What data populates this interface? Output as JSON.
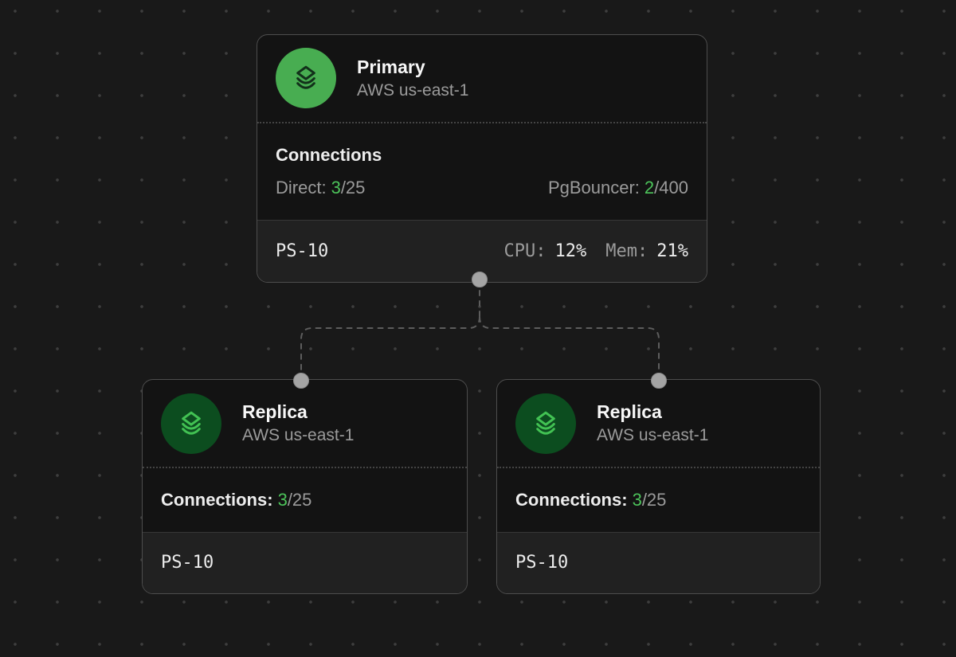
{
  "canvas": {
    "type": "database-cluster-topology",
    "colors": {
      "background": "#191919",
      "grid_dot": "#3e3e3e",
      "card_bg": "#131313",
      "card_footer_bg": "#212121",
      "card_border": "#4d4d4d",
      "accent_green": "#4cc35a",
      "primary_icon_bg": "#48ad51",
      "primary_icon_glyph": "#12301a",
      "replica_icon_bg": "#0c4d1f",
      "replica_icon_glyph": "#42c253",
      "text_primary": "#f7f7f7",
      "text_secondary": "#9b9b9b",
      "connector": "#5d5d5d",
      "handle": "#a4a4a4"
    }
  },
  "nodes": {
    "primary": {
      "title": "Primary",
      "subtitle": "AWS us-east-1",
      "icon": "layers-icon",
      "connections": {
        "heading": "Connections",
        "direct_label": "Direct:",
        "direct_current": "3",
        "direct_max": "/25",
        "pgbouncer_label": "PgBouncer:",
        "pgbouncer_current": "2",
        "pgbouncer_max": "/400"
      },
      "footer": {
        "size": "PS-10",
        "cpu_label": "CPU:",
        "cpu_value": "12%",
        "mem_label": "Mem:",
        "mem_value": "21%"
      }
    },
    "replica_left": {
      "title": "Replica",
      "subtitle": "AWS us-east-1",
      "icon": "layers-icon",
      "connections": {
        "label": "Connections:",
        "current": "3",
        "max": "/25"
      },
      "footer": {
        "size": "PS-10"
      }
    },
    "replica_right": {
      "title": "Replica",
      "subtitle": "AWS us-east-1",
      "icon": "layers-icon",
      "connections": {
        "label": "Connections:",
        "current": "3",
        "max": "/25"
      },
      "footer": {
        "size": "PS-10"
      }
    }
  }
}
